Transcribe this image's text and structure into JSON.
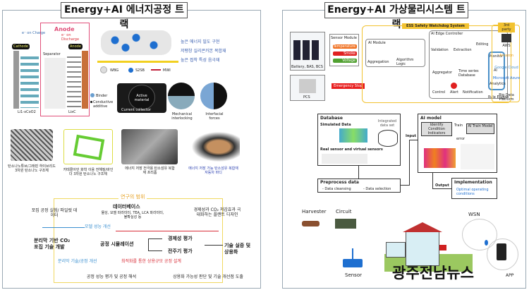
{
  "left": {
    "title": "Energy+AI 에너지공정 트랙",
    "battery": {
      "anode_title": "Anode",
      "cathode": "Cathode",
      "anode": "Anode",
      "separator": "Separator",
      "on_charge": "e⁻ on Charge",
      "on_discharge": "e⁻ on Discharge",
      "cathode_material": "Li1-xCoO2",
      "anode_material": "LixC"
    },
    "bullets": [
      "높은 에너지 밀도 구현",
      "저팽창 실리콘카본 복합재",
      "높은 접착 특성 음극재"
    ],
    "legend": [
      "WBG",
      "S2SB",
      "MWI"
    ],
    "binder": {
      "binder": "Binder",
      "conductive": "Conductive additive",
      "active": "Active material",
      "collector": "Current collector",
      "mechanical": "Mechanical interlocking",
      "interfacial": "Interfacial forces"
    },
    "process_captions": [
      "탄소나노튜브/그래핀 하이브리드 3차원 탄소나노 구조체",
      "카테콜아민 화학 이용 전해질/바인더 3차원 탄소나노 구조체",
      "에너지 저장 전극용 탄소섬유 복합재 프리폼",
      "에너지 저장 가능 탄소섬유 복합재 자동차 바디"
    ],
    "research": {
      "scope": "연구의 범위",
      "database_title": "데이터베이스",
      "database_desc": "물성, 모델 파라미터, TEA, LCA 파라미터, 불확실성 등",
      "pilot": "포집 공정 실험/ 파일럿 데이터",
      "plant": "경제성과 CO₂ 저감효과 극대화하는 플랜트 디자인",
      "model_improve": "모델 성능 개선",
      "membrane": "분리막 기반 CO₂ 포집 기술 개발",
      "simulation": "공정 시뮬레이션",
      "economic": "경제성 평가",
      "lifecycle": "전주기 평가",
      "commercial": "기술 실증 및 상용화",
      "membrane_improve": "분리막 기술/공정 개선",
      "optimize": "최적화를 통한 상용규모 공정 설계",
      "performance": "공정 성능 평가 및 공정 해석",
      "feasibility": "상용화 가능성 판단 및 기술 개선점 도출"
    }
  },
  "right": {
    "title": "Energy+AI 가상물리시스템 트랙",
    "ess": {
      "system": "ESS Safety Watchdog System",
      "third_party": "3rd party",
      "battery": "Battery, BAS, BCS",
      "sensor_module": "Sensor Module",
      "sensor_items": [
        "Temperature",
        "Smoke",
        "Voltage"
      ],
      "ai_module": "AI Module",
      "aggregation": "Aggregation",
      "algorithm": "Algorithm Logic",
      "edge": "AI Edge Controller",
      "validation": "Validation",
      "extraction": "Extraction",
      "editing": "Editing",
      "aggregator": "Aggregator",
      "database": "Time series Database",
      "control": "Control",
      "alert": "Alert",
      "notification": "Notification",
      "rule": "Rule Engine",
      "monitor": [
        "Monitor",
        "AI",
        "Analytics"
      ],
      "emergency": "Emergency Stop",
      "pcs": "PCS",
      "cloud": [
        "AWS",
        "Amazon",
        "Google Cloud",
        "Microsoft Azure",
        "Big Data Platform"
      ]
    },
    "ml": {
      "database": "Database",
      "simulated": "Simulated Data",
      "integrated": "Integrated data set",
      "real": "Real sensor and virtual sensors",
      "preprocess": "Preprocess data",
      "cleaning": "- Data cleansing",
      "selection": "- Data selection",
      "input": "Input",
      "ai_model": "AI model",
      "identify": "Identify Condition Indicators",
      "train": "Train",
      "train_model": "AI Train Model",
      "error": "error",
      "output": "Output",
      "implementation": "Implementation",
      "optimal": "Optimal operating conditions"
    },
    "iot": {
      "harvester": "Harvester",
      "circuit": "Circuit",
      "sensor": "Sensor",
      "wsn": "WSN",
      "app": "APP"
    },
    "watermark": "광주전남뉴스"
  },
  "colors": {
    "anode": "#e0507a",
    "accent_red": "#d9303a",
    "ess_yellow": "#f2c230",
    "model_blue": "#4a90c8",
    "bullet_blue": "#3a5fb0"
  }
}
